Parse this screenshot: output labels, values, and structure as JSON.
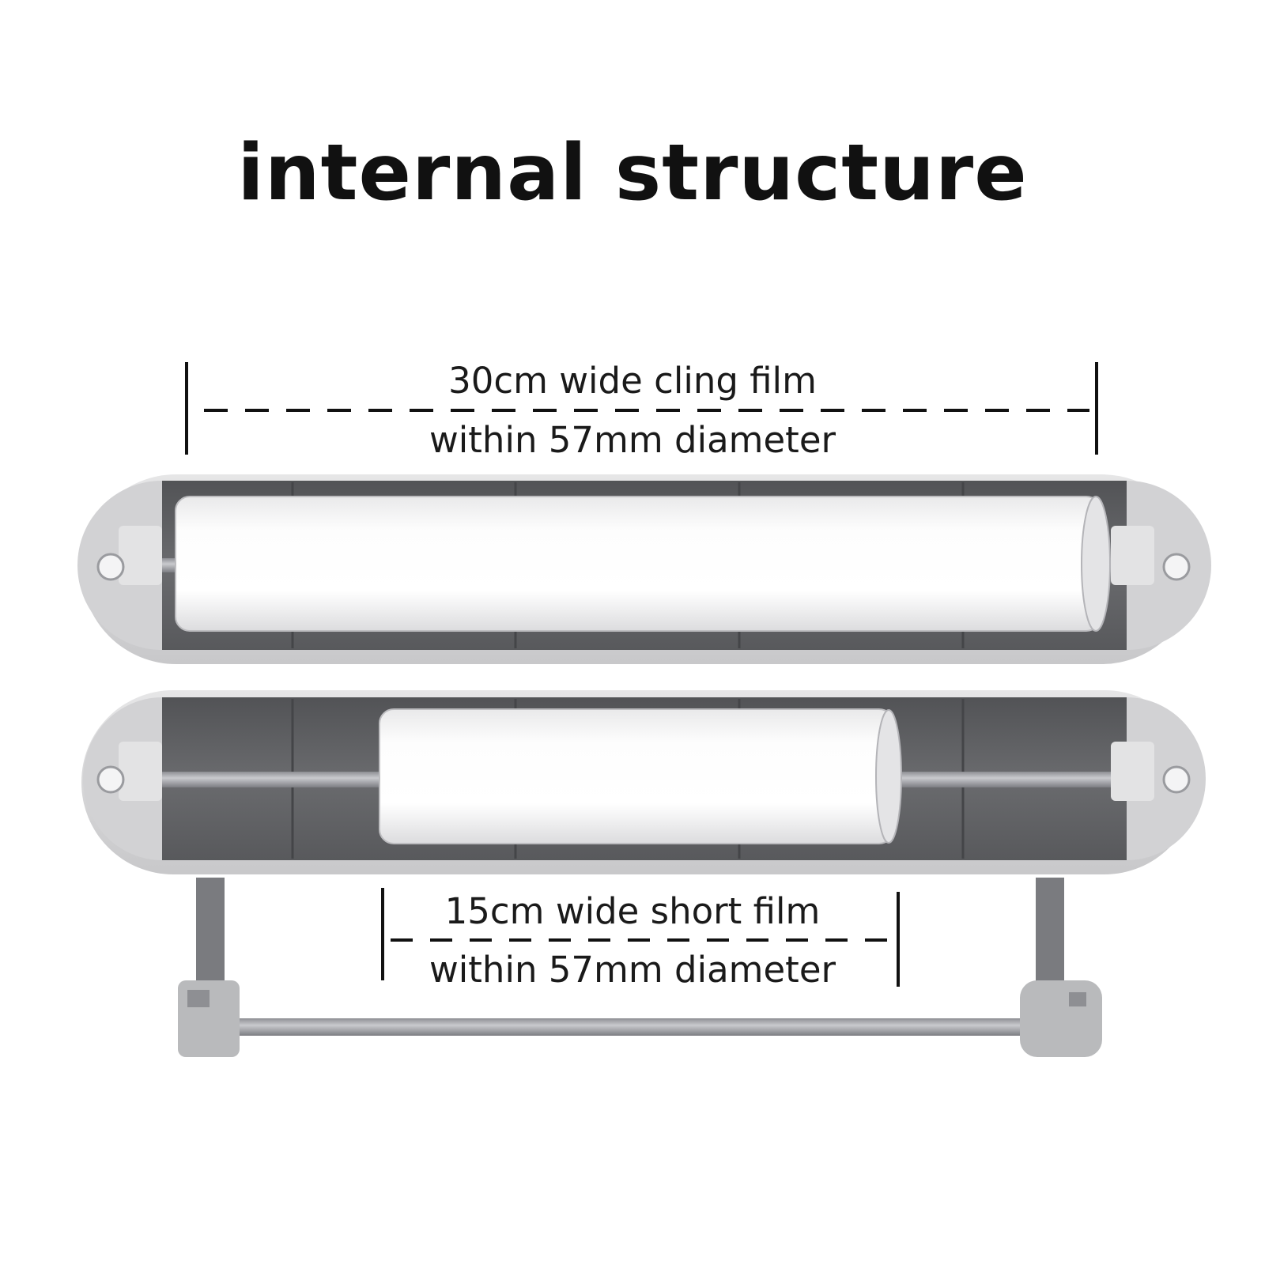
{
  "title": "internal structure",
  "top_dimension": {
    "line1": "30cm wide cling film",
    "line2": "within 57mm diameter"
  },
  "bottom_dimension": {
    "line1": "15cm wide short film",
    "line2": "within 57mm diameter"
  },
  "colors": {
    "background": "#ffffff",
    "text": "#111111",
    "housing": "#d9d9da",
    "housing_inner": "#616264",
    "film_roll": "#f6f6f6",
    "rod": "#a9aab0"
  }
}
